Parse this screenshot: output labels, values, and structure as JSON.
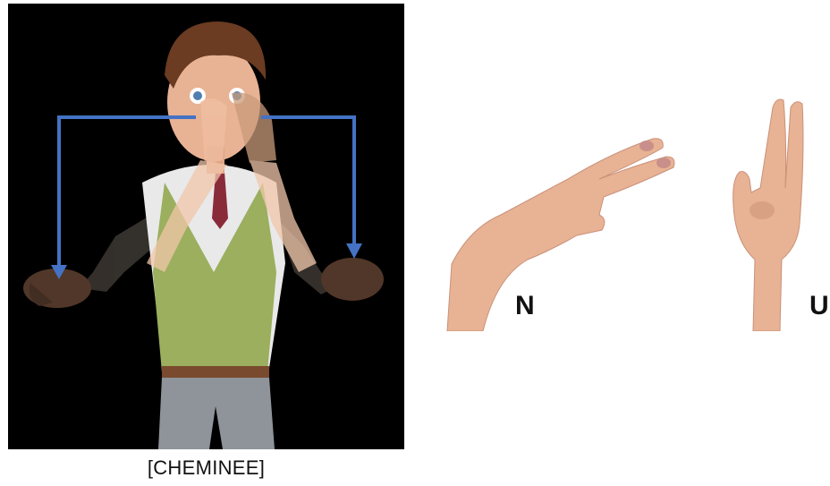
{
  "figure": {
    "sign_caption": "[CHEMINEE]",
    "letters": [
      "N",
      "U"
    ]
  },
  "colors": {
    "arrow": "#4472C4",
    "background_avatar": "#000000",
    "skin": "#E8B294",
    "vest": "#9BAF5E",
    "trousers": "#8E9499"
  }
}
